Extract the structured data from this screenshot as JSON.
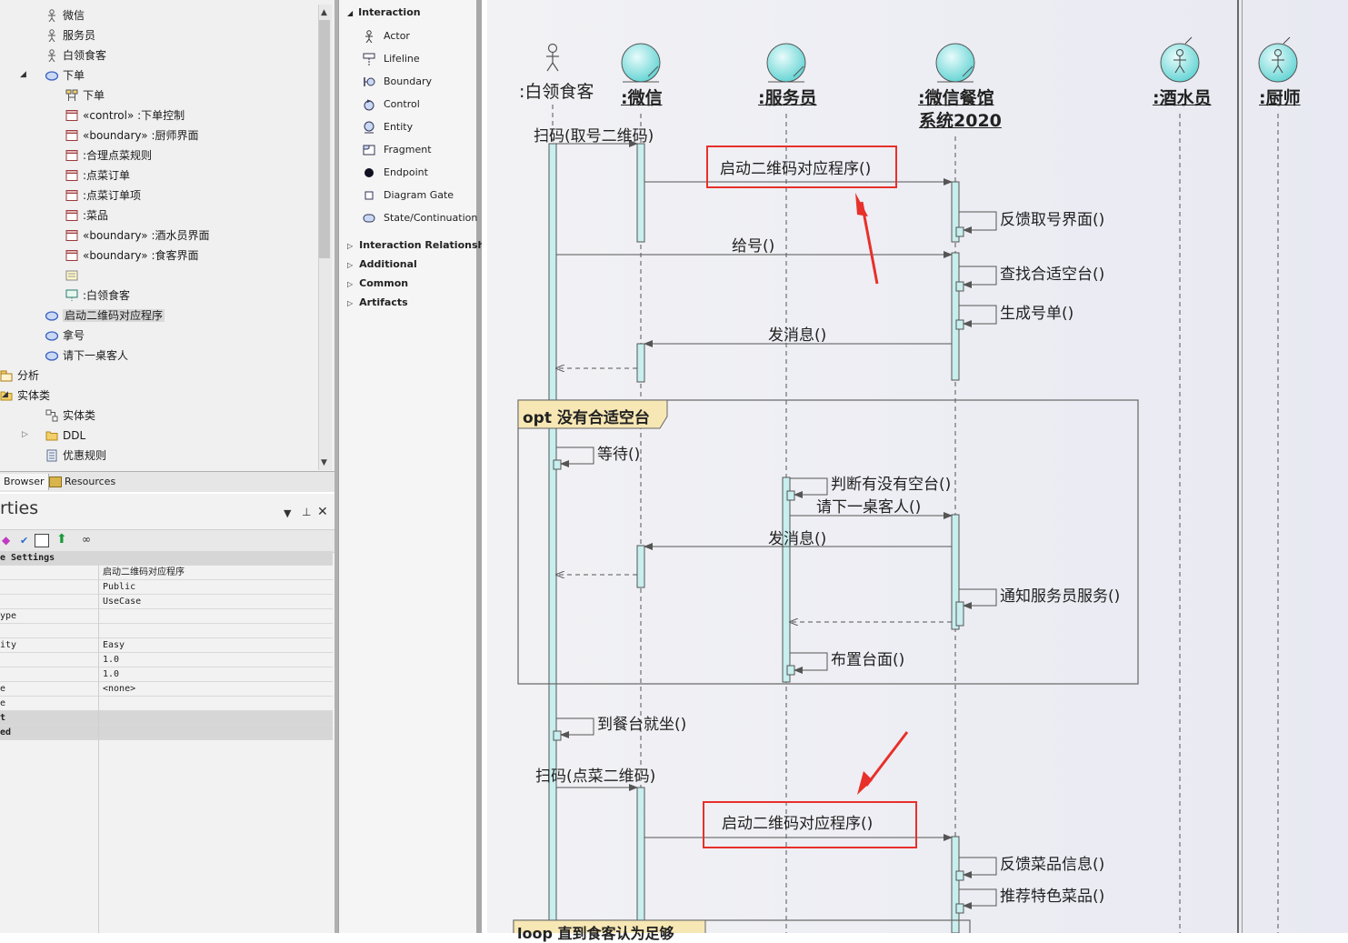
{
  "browser": {
    "items": [
      {
        "label": "微信",
        "icon": "actor-icon",
        "indent": 1
      },
      {
        "label": "服务员",
        "icon": "actor-icon",
        "indent": 1
      },
      {
        "label": "白领食客",
        "icon": "actor-icon",
        "indent": 1
      },
      {
        "label": "下单",
        "icon": "usecase-icon",
        "indent": 1,
        "expanded": true
      },
      {
        "label": "下单",
        "icon": "diagram-icon",
        "indent": 2
      },
      {
        "label": "«control» :下单控制",
        "icon": "class-icon",
        "indent": 2
      },
      {
        "label": "«boundary» :厨师界面",
        "icon": "class-icon",
        "indent": 2
      },
      {
        "label": ":合理点菜规则",
        "icon": "class-icon",
        "indent": 2
      },
      {
        "label": ":点菜订单",
        "icon": "class-icon",
        "indent": 2
      },
      {
        "label": ":点菜订单项",
        "icon": "class-icon",
        "indent": 2
      },
      {
        "label": ":菜品",
        "icon": "class-icon",
        "indent": 2
      },
      {
        "label": "«boundary» :酒水员界面",
        "icon": "class-icon",
        "indent": 2
      },
      {
        "label": "«boundary» :食客界面",
        "icon": "class-icon",
        "indent": 2
      },
      {
        "label": "",
        "icon": "note-icon",
        "indent": 2
      },
      {
        "label": ":白领食客",
        "icon": "instance-icon",
        "indent": 2
      },
      {
        "label": "启动二维码对应程序",
        "icon": "usecase-icon",
        "indent": 1,
        "selected": true
      },
      {
        "label": "拿号",
        "icon": "usecase-icon",
        "indent": 1
      },
      {
        "label": "请下一桌客人",
        "icon": "usecase-icon",
        "indent": 1
      },
      {
        "label": "分析",
        "icon": "package-icon",
        "indent": 0
      },
      {
        "label": "实体类",
        "icon": "folder-icon",
        "indent": 0,
        "expanded": true
      },
      {
        "label": "实体类",
        "icon": "class-diagram-icon",
        "indent": 1
      },
      {
        "label": "DDL",
        "icon": "folder-icon",
        "indent": 1
      },
      {
        "label": "优惠规则",
        "icon": "document-icon",
        "indent": 1
      }
    ],
    "tabs": [
      "Browser",
      "Resources"
    ]
  },
  "properties": {
    "title": "rties",
    "section": "e Settings",
    "rows": [
      {
        "key": "",
        "value": "启动二维码对应程序"
      },
      {
        "key": "",
        "value": "Public"
      },
      {
        "key": "",
        "value": "UseCase"
      },
      {
        "key": "ype",
        "value": ""
      },
      {
        "key": "",
        "value": ""
      },
      {
        "key": "ity",
        "value": "Easy"
      },
      {
        "key": "",
        "value": "1.0"
      },
      {
        "key": "",
        "value": "1.0"
      },
      {
        "key": "e",
        "value": "<none>"
      },
      {
        "key": "e",
        "value": ""
      },
      {
        "key": "t",
        "value": "",
        "header": true
      },
      {
        "key": "ed",
        "value": "",
        "header": true
      }
    ]
  },
  "toolbox": {
    "group": "Interaction",
    "items": [
      "Actor",
      "Lifeline",
      "Boundary",
      "Control",
      "Entity",
      "Fragment",
      "Endpoint",
      "Diagram Gate",
      "State/Continuation"
    ],
    "collapsed_groups": [
      "Interaction Relationships",
      "Additional",
      "Common",
      "Artifacts"
    ]
  },
  "diagram": {
    "lifelines": {
      "customer": ":白领食客",
      "wechat": ":微信",
      "waiter": ":服务员",
      "system_line1": ":微信餐馆",
      "system_line2": "系统2020",
      "bartender": ":酒水员",
      "chef": ":厨师"
    },
    "messages": {
      "m1": "扫码(取号二维码)",
      "m2": "启动二维码对应程序()",
      "m3": "反馈取号界面()",
      "m4": "给号()",
      "m5": "查找合适空台()",
      "m6": "生成号单()",
      "m7": "发消息()",
      "m8": "等待()",
      "m9": "判断有没有空台()",
      "m10": "请下一桌客人()",
      "m11": "发消息()",
      "m12": "通知服务员服务()",
      "m13": "布置台面()",
      "m14": "到餐台就坐()",
      "m15": "扫码(点菜二维码)",
      "m16": "启动二维码对应程序()",
      "m17": "反馈菜品信息()",
      "m18": "推荐特色菜品()"
    },
    "fragments": {
      "opt": "opt 没有合适空台",
      "loop": "loop 直到食客认为足够"
    },
    "colors": {
      "activation_fill": "#c8eeee",
      "highlight_box": "#e8302a",
      "fragment_tag": "#f7e7b4"
    }
  }
}
